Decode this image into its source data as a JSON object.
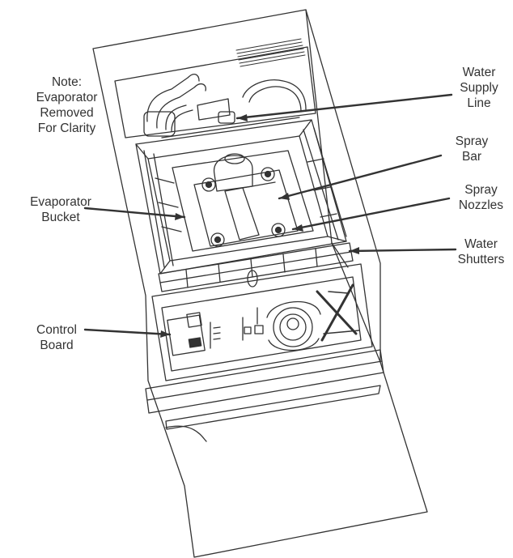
{
  "colors": {
    "line": "#333333",
    "background": "#ffffff",
    "text": "#333333"
  },
  "labels": {
    "note": [
      "Note:",
      "Evaporator",
      "Removed",
      "For Clarity"
    ],
    "water_supply_line": [
      "Water",
      "Supply",
      "Line"
    ],
    "spray_bar": [
      "Spray",
      "Bar"
    ],
    "spray_nozzles": [
      "Spray",
      "Nozzles"
    ],
    "evaporator_bucket": [
      "Evaporator",
      "Bucket"
    ],
    "water_shutters": [
      "Water",
      "Shutters"
    ],
    "control_board": [
      "Control",
      "Board"
    ]
  }
}
